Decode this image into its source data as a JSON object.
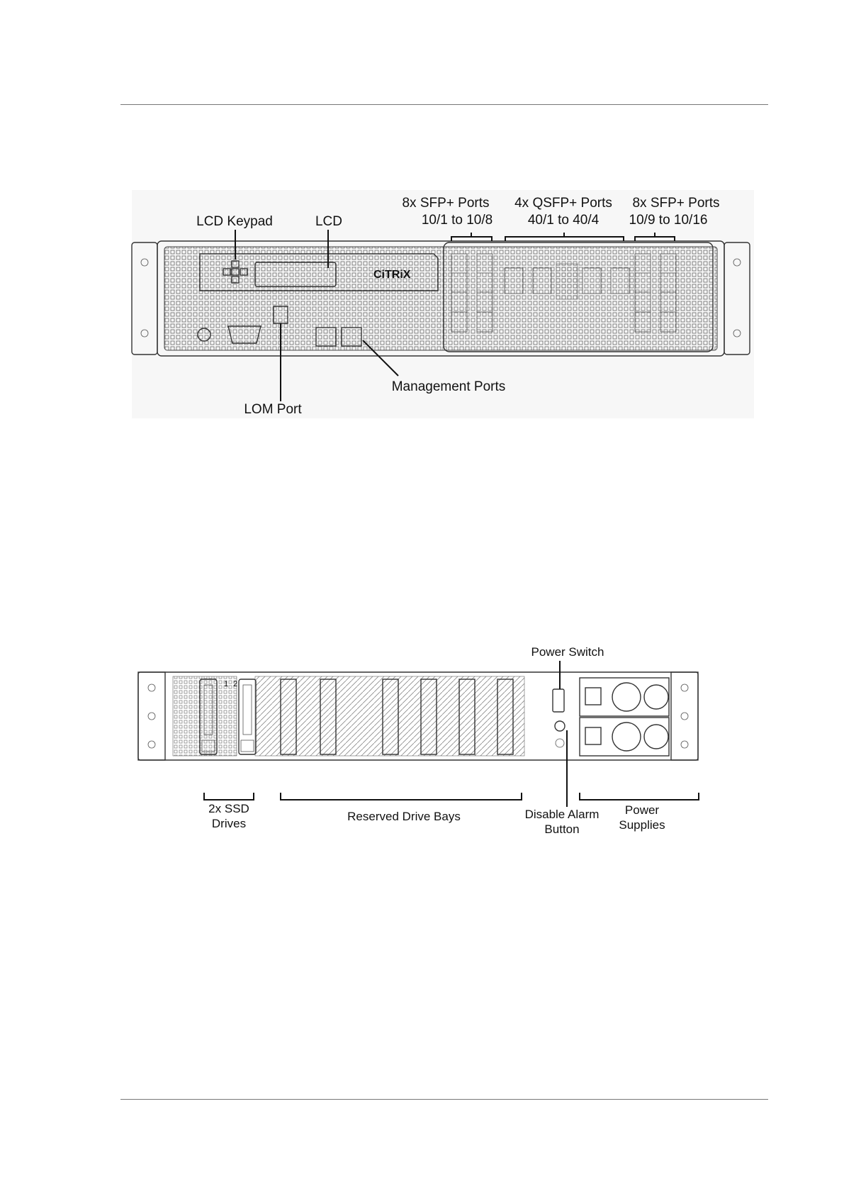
{
  "front_diagram": {
    "logo_text": "CiTRiX",
    "labels": {
      "lcd_keypad": "LCD Keypad",
      "lcd": "LCD",
      "sfp_left_1": "8x SFP+ Ports",
      "sfp_left_2": "10/1 to 10/8",
      "qsfp_1": "4x QSFP+ Ports",
      "qsfp_2": "40/1 to 40/4",
      "sfp_right_1": "8x SFP+ Ports",
      "sfp_right_2": "10/9 to 10/16",
      "management_ports": "Management Ports",
      "lom_port": "LOM Port"
    }
  },
  "back_diagram": {
    "labels": {
      "power_switch": "Power Switch",
      "ssd_1": "2x SSD",
      "ssd_2": "Drives",
      "reserved_bays": "Reserved Drive Bays",
      "alarm_1": "Disable Alarm",
      "alarm_2": "Button",
      "psu_1": "Power",
      "psu_2": "Supplies"
    },
    "drive_numbers": [
      "1",
      "2"
    ]
  }
}
